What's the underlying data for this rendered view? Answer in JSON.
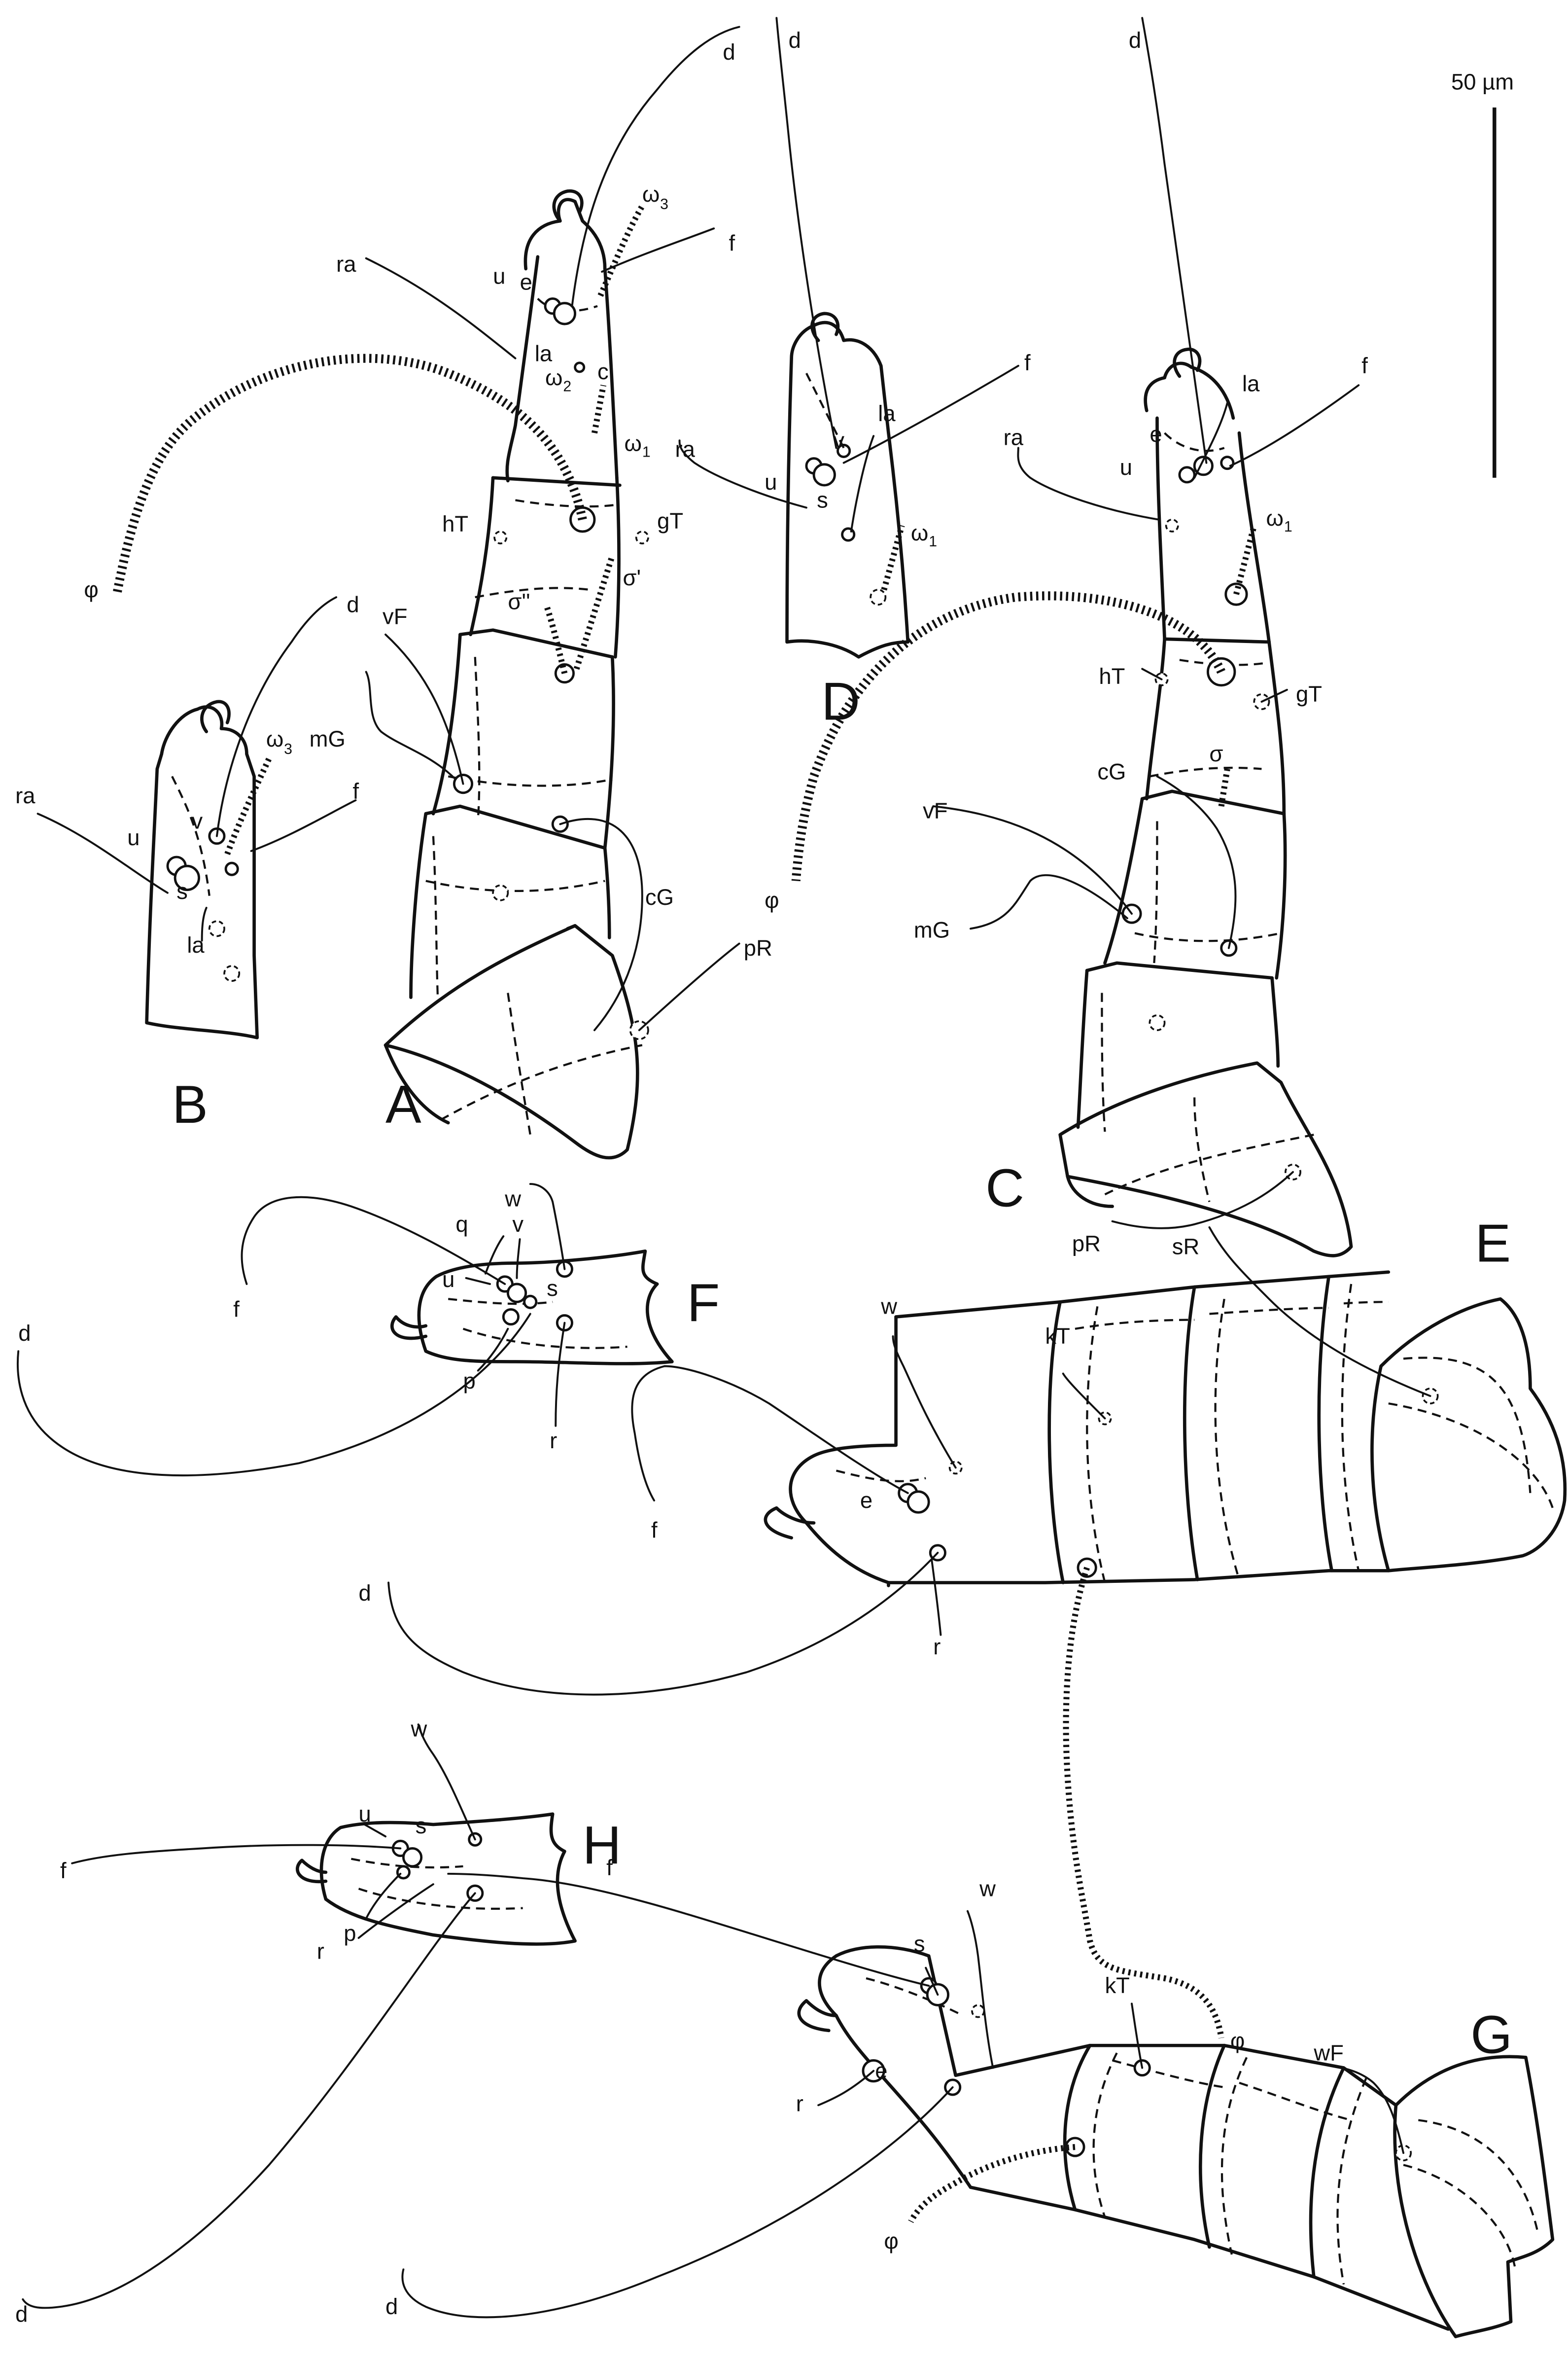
{
  "scale_bar": {
    "label": "50 µm"
  },
  "panels": [
    {
      "letter": "A",
      "setae": [
        "d",
        "ω",
        "3",
        "f",
        "ra",
        "u",
        "e",
        "la",
        "ω",
        "2",
        "c",
        "ω",
        "1",
        "φ",
        "hT",
        "gT",
        "σ'",
        "σ''",
        "vF",
        "mG",
        "cG",
        "pR"
      ]
    },
    {
      "letter": "B",
      "setae": [
        "d",
        "ω",
        "3",
        "ra",
        "u",
        "v",
        "f",
        "s",
        "la"
      ]
    },
    {
      "letter": "C",
      "setae": [
        "d",
        "la",
        "f",
        "ra",
        "u",
        "e",
        "ω",
        "1",
        "φ",
        "hT",
        "gT",
        "cG",
        "σ",
        "vF",
        "mG",
        "pR"
      ]
    },
    {
      "letter": "D",
      "setae": [
        "d",
        "la",
        "f",
        "ra",
        "u",
        "v",
        "s",
        "ω",
        "1"
      ]
    },
    {
      "letter": "E",
      "setae": [
        "sR",
        "w",
        "kT",
        "f",
        "e",
        "d",
        "r"
      ]
    },
    {
      "letter": "F",
      "setae": [
        "w",
        "q",
        "v",
        "f",
        "u",
        "s",
        "d",
        "p",
        "r"
      ]
    },
    {
      "letter": "G",
      "setae": [
        "f",
        "s",
        "w",
        "kT",
        "φ",
        "wF",
        "r",
        "e",
        "d",
        "φ"
      ]
    },
    {
      "letter": "H",
      "setae": [
        "w",
        "u",
        "s",
        "f",
        "p",
        "r",
        "d"
      ]
    }
  ]
}
